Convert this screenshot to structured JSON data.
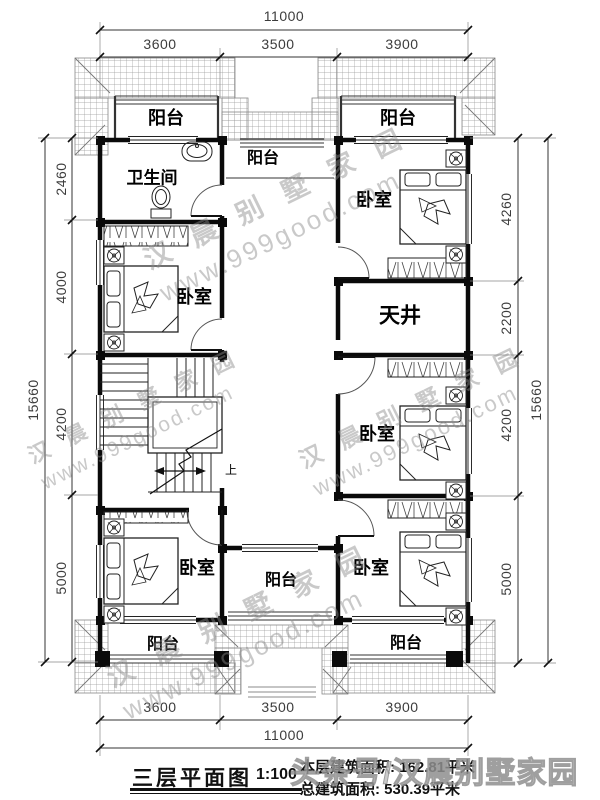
{
  "page": {
    "background": "#ffffff"
  },
  "title_block": {
    "drawing_title": "三层平面图",
    "scale": "1:100",
    "floor_area_line": "本层建筑面积: 162.81平米",
    "total_area_line": "总建筑面积: 530.39平米"
  },
  "watermark": {
    "brand": "汉晨别墅家园",
    "site": "www.999good.com",
    "footer": "头条号/汉晨别墅家园"
  },
  "dimensions": {
    "top": {
      "overall": "11000",
      "segments": [
        "3600",
        "3500",
        "3900"
      ]
    },
    "bottom": {
      "overall": "11000",
      "segments": [
        "3600",
        "3500",
        "3900"
      ]
    },
    "left": {
      "overall": "15660",
      "segments": [
        "2460",
        "4000",
        "4200",
        "5000"
      ]
    },
    "right": {
      "overall": "15660",
      "segments": [
        "4260",
        "2200",
        "4200",
        "5000"
      ]
    }
  },
  "rooms": {
    "balcony_top_left": "阳台",
    "balcony_top_right": "阳台",
    "balcony_top_center": "阳台",
    "bathroom": "卫生间",
    "bedroom_top_right": "卧室",
    "bedroom_mid_left": "卧室",
    "courtyard": "天井",
    "bedroom_mid_right": "卧室",
    "bedroom_bottom_left": "卧室",
    "bedroom_bottom_right": "卧室",
    "balcony_bottom_center": "阳台",
    "balcony_bottom_left": "阳台",
    "balcony_bottom_right": "阳台"
  },
  "annotations": {
    "stairs_up": "上"
  },
  "colors": {
    "wall": "#0a0a0a",
    "dim_text": "#3c3c3c",
    "roof_hatch": "#9a9a9a",
    "watermark": "#8a8a8a"
  }
}
